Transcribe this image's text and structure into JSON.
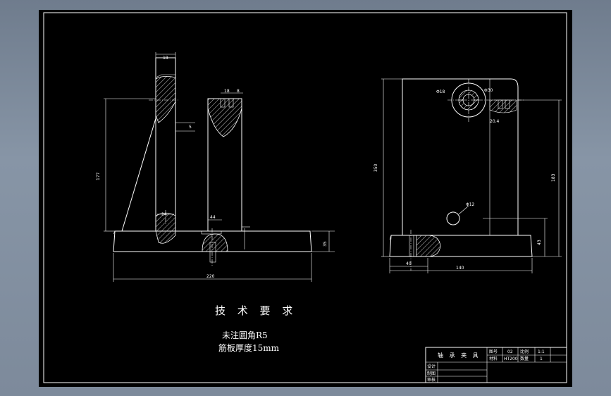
{
  "drawing": {
    "notes": {
      "heading": "技 术 要 求",
      "line1": "未注圆角R5",
      "line2": "筋板厚度15mm"
    },
    "dimensions": {
      "front_top_width": "18",
      "front_rib_width": "5",
      "front_height": "177",
      "front_top_tab_a": "18",
      "front_top_tab_b": "8",
      "front_rib_small": "14",
      "front_slot": "44",
      "front_base_height": "35",
      "front_base_length": "220",
      "side_height_total": "350",
      "side_height_right": "183",
      "side_hole_large": "Φ18",
      "side_hole_small": "Φ30",
      "side_angle": "20.4",
      "side_hole_mid": "Φ12",
      "side_base_offset": "43",
      "side_base_small": "40",
      "side_base_length": "140"
    },
    "title_block": {
      "part_name": "轴 承 夹 具",
      "drawing_no_label": "图号",
      "drawing_no_value": "02",
      "scale_label": "比例",
      "scale_value": "1:1",
      "material_label": "材料",
      "material_value": "HT200",
      "quantity_label": "数量",
      "quantity_value": "1",
      "designer_label": "设计",
      "drafter_label": "制图",
      "reviewer_label": "审核"
    }
  }
}
